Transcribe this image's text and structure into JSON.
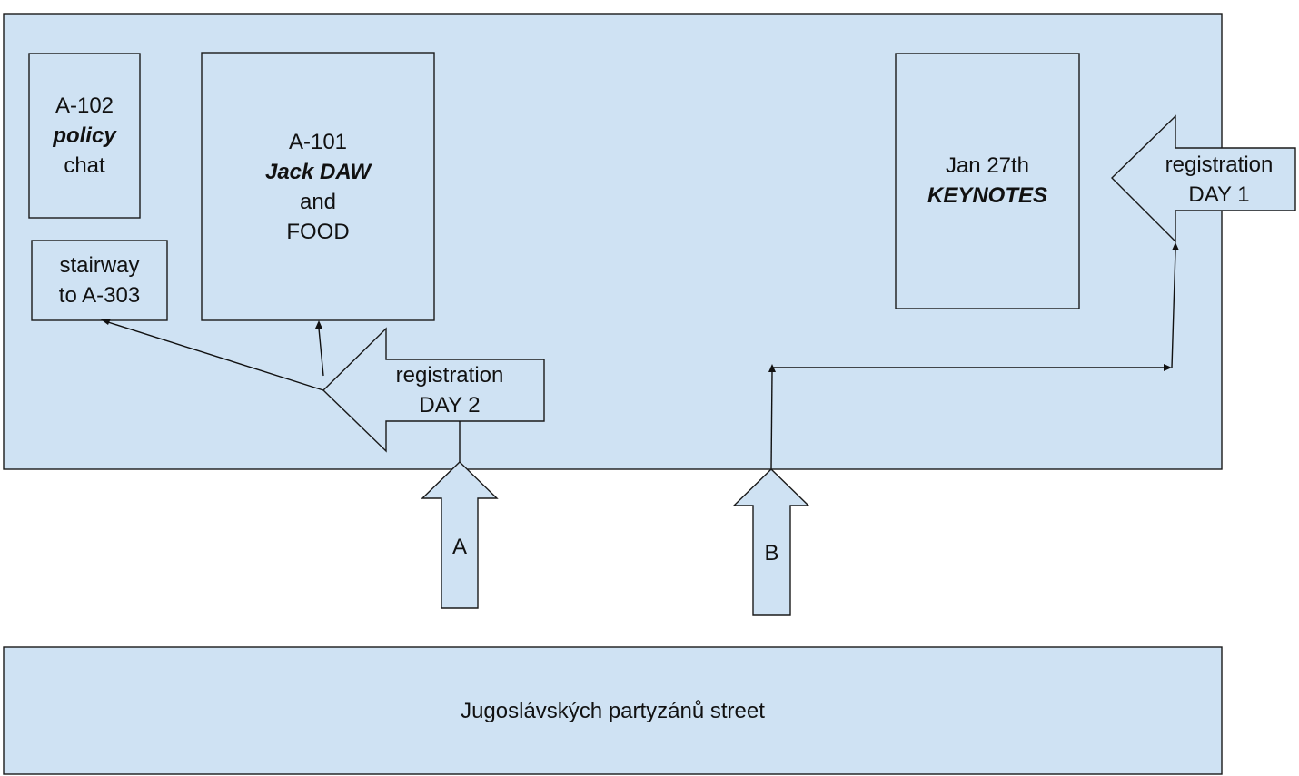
{
  "rooms": {
    "a102": {
      "line1": "A-102",
      "line2": "policy",
      "line3": "chat"
    },
    "stairway": {
      "line1": "stairway",
      "line2": "to A-303"
    },
    "a101": {
      "line1": "A-101",
      "line2": "Jack DAW",
      "line3": "and",
      "line4": "FOOD"
    },
    "keynotes": {
      "line1": "Jan 27th",
      "line2": "KEYNOTES"
    }
  },
  "registration": {
    "day1": {
      "line1": "registration",
      "line2": "DAY 1"
    },
    "day2": {
      "line1": "registration",
      "line2": "DAY 2"
    }
  },
  "entrances": {
    "a": "A",
    "b": "B"
  },
  "street": {
    "label": "Jugoslávských partyzánů street"
  },
  "colors": {
    "fill": "#cfe2f3",
    "stroke": "#1a1a1a",
    "text": "#111111"
  }
}
